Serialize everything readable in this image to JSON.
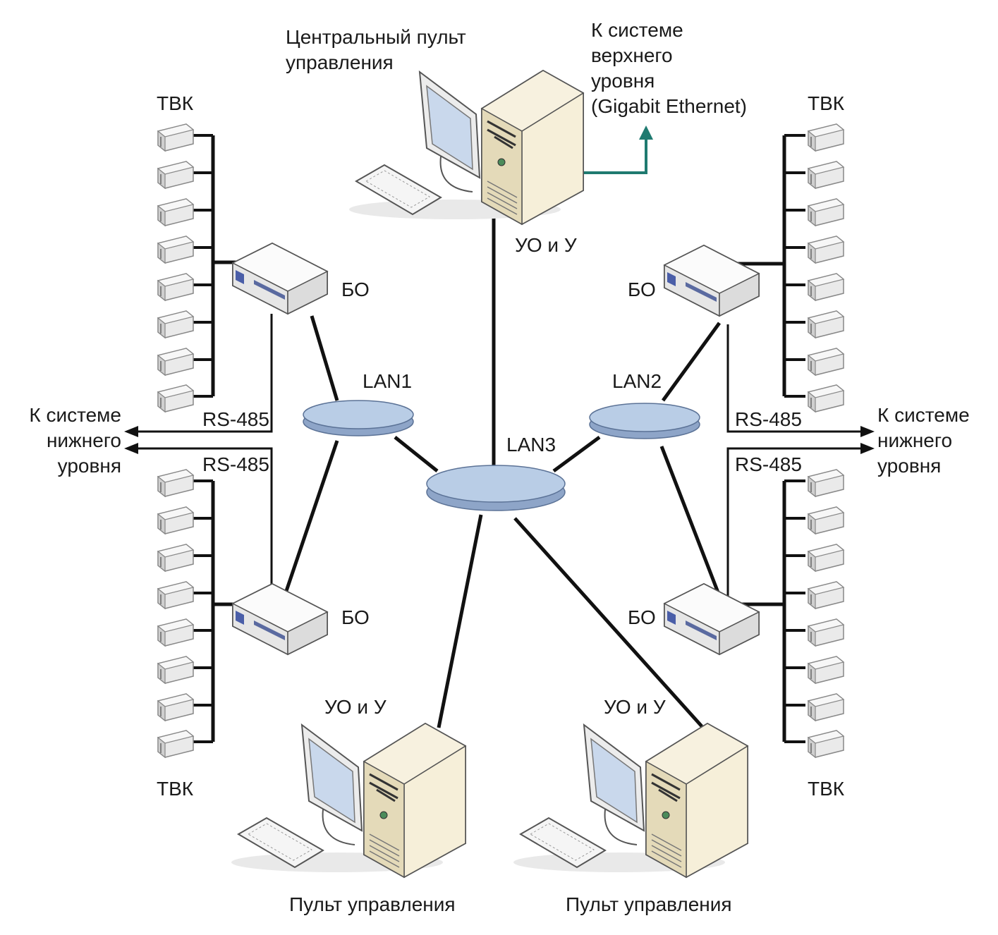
{
  "labels": {
    "central_console": [
      "Центральный пульт",
      "управления"
    ],
    "upper_system": [
      "К системе",
      "верхнего",
      "уровня",
      "(Gigabit Ethernet)"
    ],
    "lower_system": [
      "К системе",
      "нижнего",
      "уровня"
    ],
    "tvk": "ТВК",
    "bo": "БО",
    "rs485": "RS-485",
    "uo_u": "УО и У",
    "console": "Пульт управления",
    "lan1": "LAN1",
    "lan2": "LAN2",
    "lan3": "LAN3"
  },
  "colors": {
    "line": "#111111",
    "arrow_upper": "#1f7a70",
    "lan_fill": "#b9cde6",
    "lan_edge": "#5b7296",
    "device_fill": "#f3f1ea",
    "tower_fill": "#efe6cb",
    "screen": "#c9d8ec"
  },
  "icons": [
    "camera-icon",
    "switch-box-icon",
    "workstation-icon",
    "lan-hub-icon",
    "arrow-icon"
  ]
}
